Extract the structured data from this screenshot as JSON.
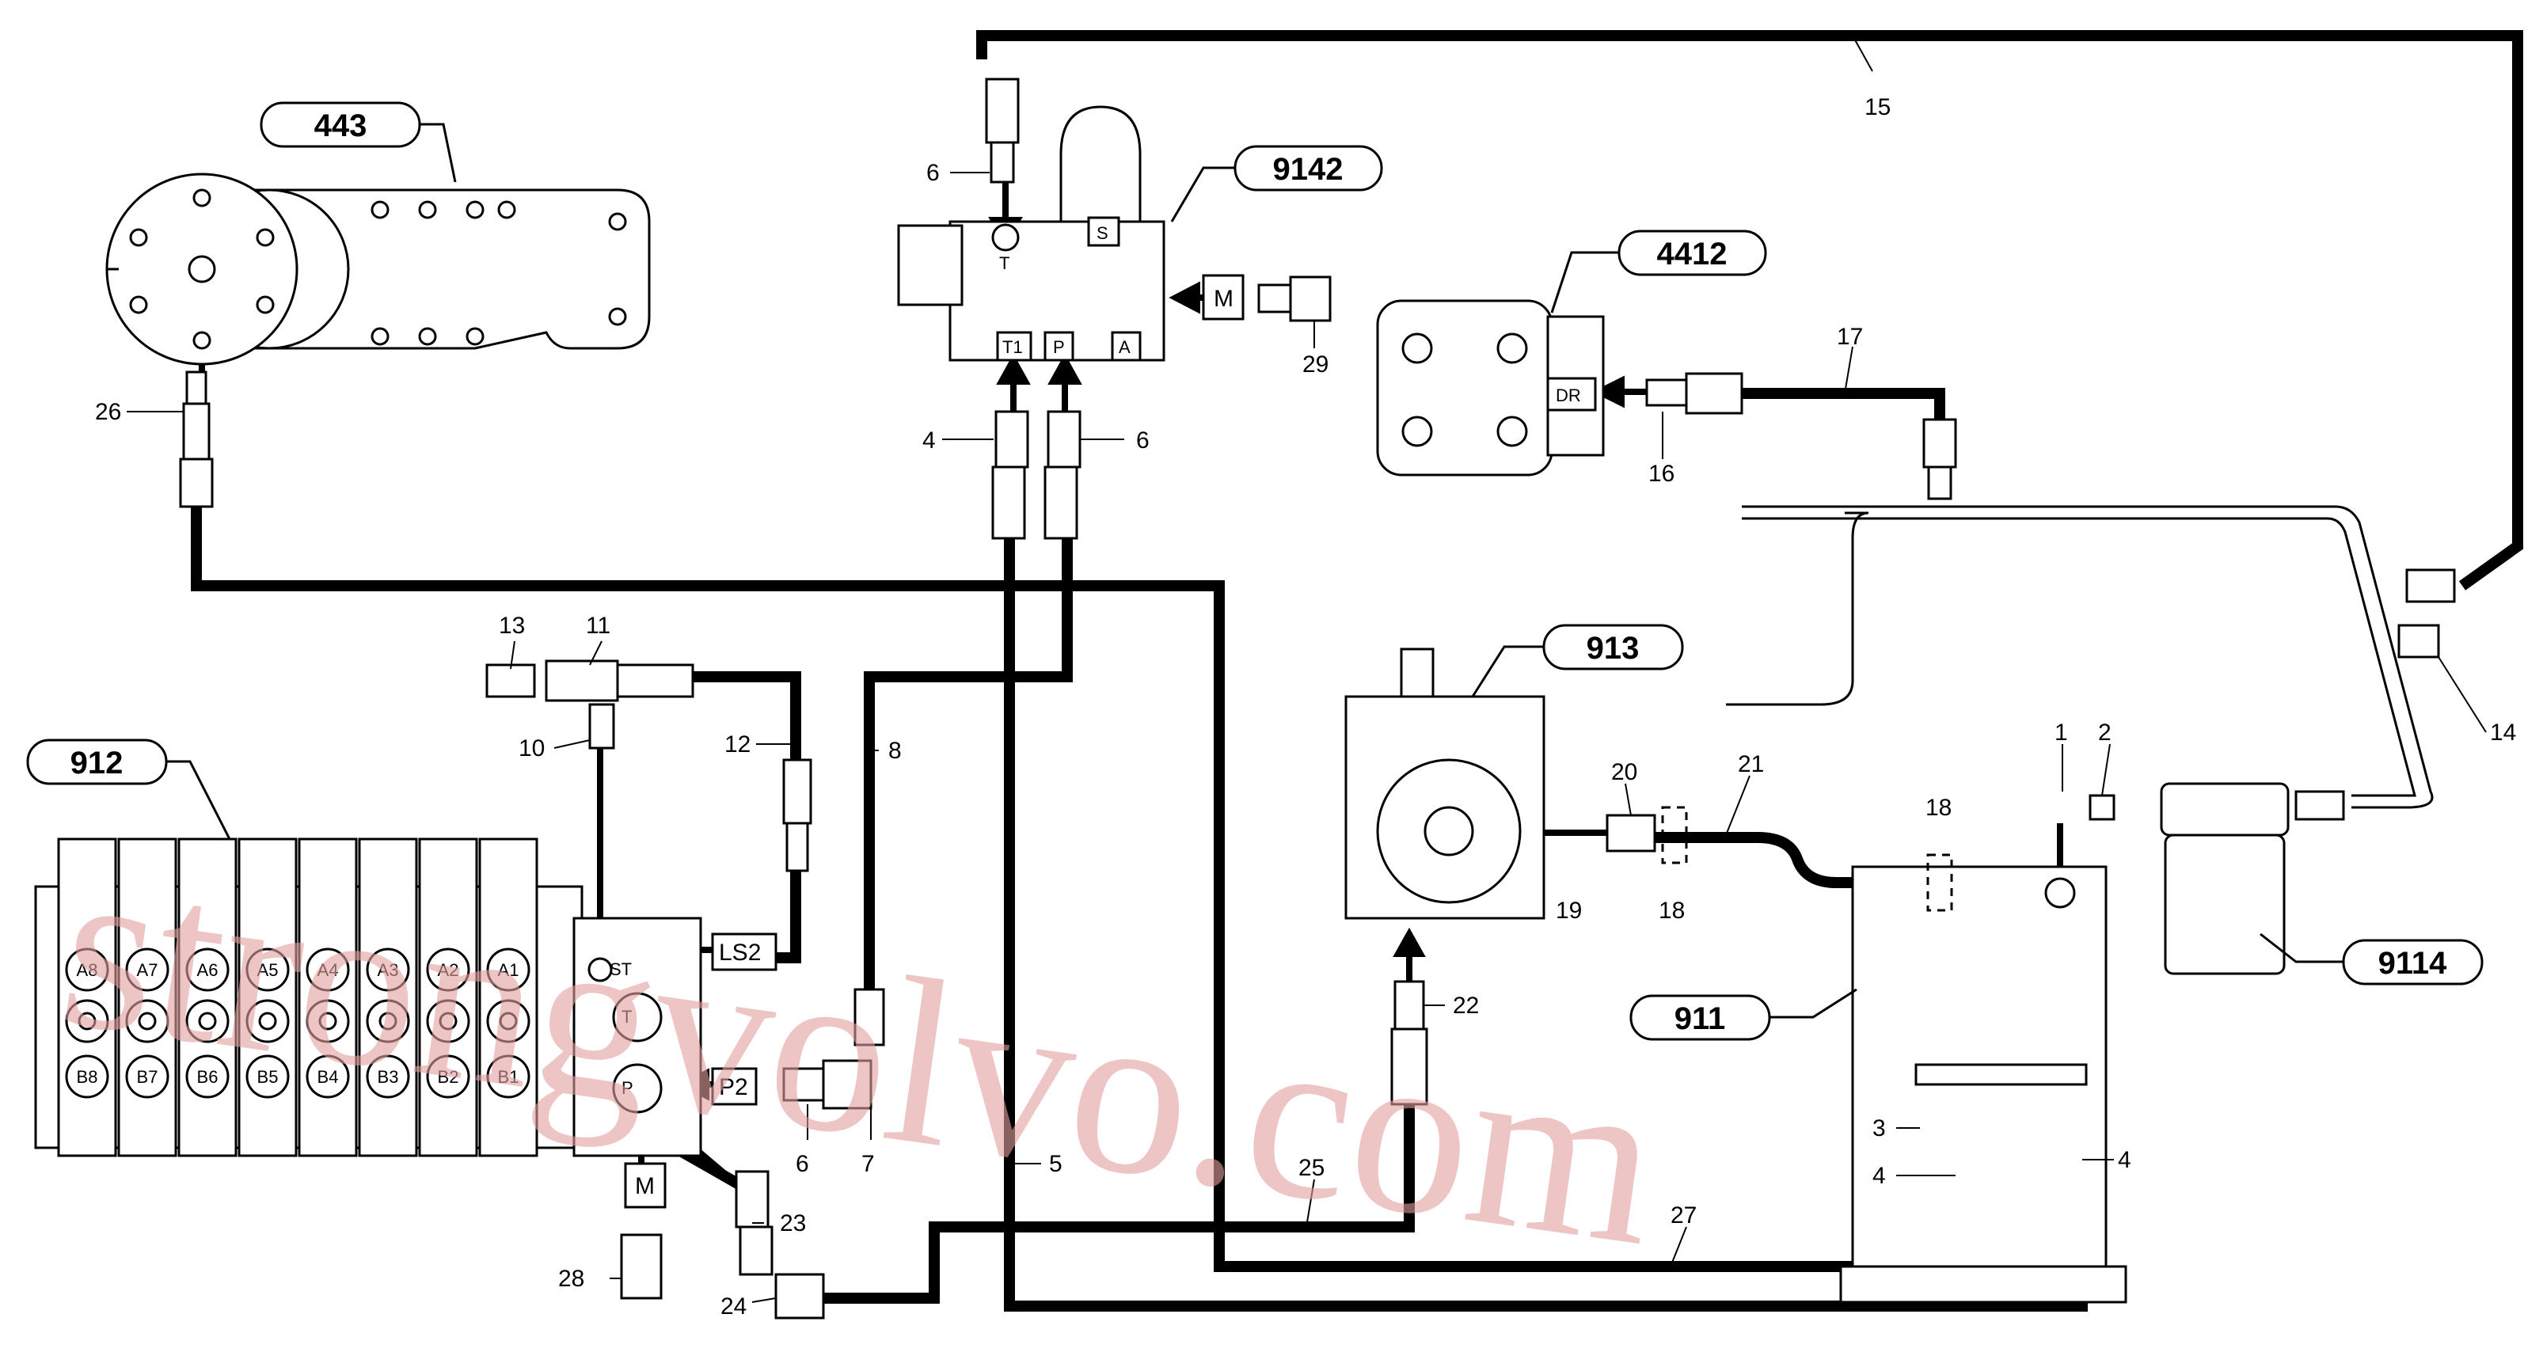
{
  "watermark": "strongvolvo.com",
  "tags": {
    "t443": "443",
    "t9142": "9142",
    "t4412": "4412",
    "t912": "912",
    "t913": "913",
    "t911": "911",
    "t9114": "9114"
  },
  "labels": {
    "n6a": "6",
    "n6b": "6",
    "n6c": "6",
    "n4a": "4",
    "n4b": "4",
    "n4c": "4",
    "n5": "5",
    "n7": "7",
    "n8": "8",
    "n10": "10",
    "n11": "11",
    "n12": "12",
    "n13": "13",
    "n14": "14",
    "n15": "15",
    "n16": "16",
    "n17": "17",
    "n18a": "18",
    "n18b": "18",
    "n19": "19",
    "n20": "20",
    "n21": "21",
    "n22": "22",
    "n23": "23",
    "n24": "24",
    "n25": "25",
    "n26": "26",
    "n27": "27",
    "n28": "28",
    "n29": "29",
    "n1": "1",
    "n2": "2",
    "n3": "3"
  },
  "ports": {
    "T": "T",
    "S": "S",
    "M1": "M",
    "M2": "M",
    "T1": "T1",
    "P": "P",
    "A": "A",
    "DR": "DR",
    "LS2": "LS2",
    "P2": "P2",
    "ST": "ST",
    "Tv": "T",
    "Pv": "P"
  },
  "sections": {
    "top": [
      "A8",
      "A7",
      "A6",
      "A5",
      "A4",
      "A3",
      "A2",
      "A1"
    ],
    "bottom": [
      "B8",
      "B7",
      "B6",
      "B5",
      "B4",
      "B3",
      "B2",
      "B1"
    ]
  }
}
